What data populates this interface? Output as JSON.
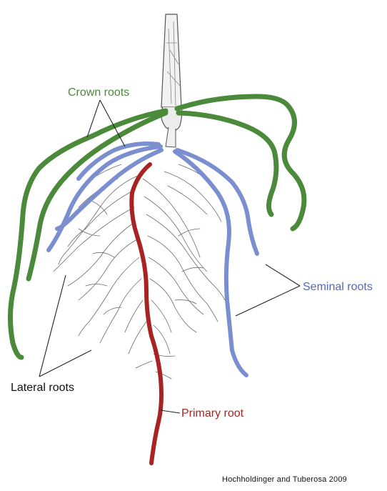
{
  "labels": {
    "crown": "Crown roots",
    "seminal": "Seminal roots",
    "lateral": "Lateral roots",
    "primary": "Primary root"
  },
  "citation": "Hochholdinger and Tuberosa 2009",
  "colors": {
    "crown": "#4a8a3a",
    "seminal": "#7b8fd0",
    "primary": "#a82424",
    "lateral": "#6a6a6a",
    "leader": "#222222",
    "stem": "#bdbdbd"
  }
}
